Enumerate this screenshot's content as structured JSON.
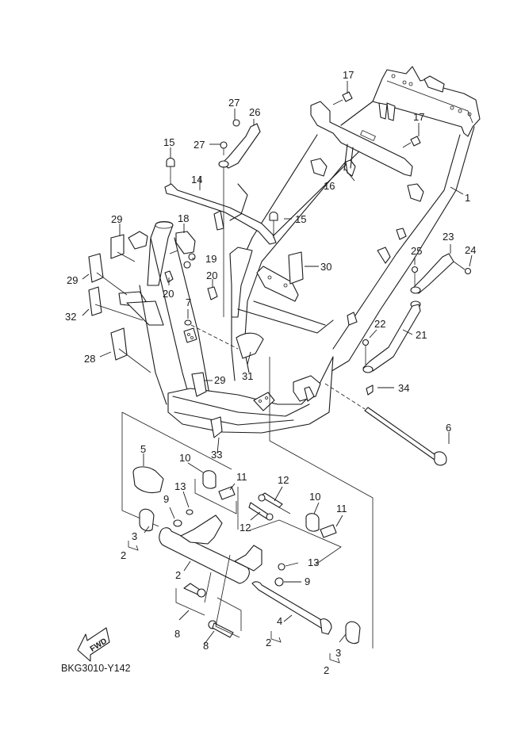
{
  "diagram": {
    "type": "exploded-parts-diagram",
    "subject": "Scooter frame assembly",
    "drawing_code": "BKG3010-Y142",
    "direction_indicator": "FWD",
    "callouts": [
      {
        "id": "c1",
        "label": "1",
        "part": "frame"
      },
      {
        "id": "c2a",
        "label": "2",
        "part": "engine bracket assembly"
      },
      {
        "id": "c2b",
        "label": "2",
        "part": "engine bracket assembly"
      },
      {
        "id": "c2c",
        "label": "2",
        "part": "engine bracket assembly"
      },
      {
        "id": "c2d",
        "label": "2",
        "part": "engine bracket assembly"
      },
      {
        "id": "c3a",
        "label": "3",
        "part": "bush"
      },
      {
        "id": "c3b",
        "label": "3",
        "part": "bush"
      },
      {
        "id": "c4",
        "label": "4",
        "part": "shaft"
      },
      {
        "id": "c5",
        "label": "5",
        "part": "damper"
      },
      {
        "id": "c6",
        "label": "6",
        "part": "bolt"
      },
      {
        "id": "c7",
        "label": "7",
        "part": "washer"
      },
      {
        "id": "c8a",
        "label": "8",
        "part": "bolt"
      },
      {
        "id": "c8b",
        "label": "8",
        "part": "bolt"
      },
      {
        "id": "c9a",
        "label": "9",
        "part": "washer"
      },
      {
        "id": "c9b",
        "label": "9",
        "part": "nut"
      },
      {
        "id": "c10a",
        "label": "10",
        "part": "damper"
      },
      {
        "id": "c10b",
        "label": "10",
        "part": "damper"
      },
      {
        "id": "c11a",
        "label": "11",
        "part": "collar"
      },
      {
        "id": "c11b",
        "label": "11",
        "part": "collar"
      },
      {
        "id": "c12a",
        "label": "12",
        "part": "bolt"
      },
      {
        "id": "c12b",
        "label": "12",
        "part": "bolt"
      },
      {
        "id": "c13a",
        "label": "13",
        "part": "washer"
      },
      {
        "id": "c13b",
        "label": "13",
        "part": "nut"
      },
      {
        "id": "c14",
        "label": "14",
        "part": "stay"
      },
      {
        "id": "c15a",
        "label": "15",
        "part": "bolt"
      },
      {
        "id": "c15b",
        "label": "15",
        "part": "bolt"
      },
      {
        "id": "c16",
        "label": "16",
        "part": "bracket"
      },
      {
        "id": "c17a",
        "label": "17",
        "part": "bolt"
      },
      {
        "id": "c17b",
        "label": "17",
        "part": "bolt"
      },
      {
        "id": "c18",
        "label": "18",
        "part": "bracket"
      },
      {
        "id": "c19",
        "label": "19",
        "part": "nut"
      },
      {
        "id": "c20a",
        "label": "20",
        "part": "clip"
      },
      {
        "id": "c20b",
        "label": "20",
        "part": "clip"
      },
      {
        "id": "c21",
        "label": "21",
        "part": "stay"
      },
      {
        "id": "c22",
        "label": "22",
        "part": "bolt"
      },
      {
        "id": "c23",
        "label": "23",
        "part": "stay"
      },
      {
        "id": "c24",
        "label": "24",
        "part": "bolt"
      },
      {
        "id": "c25",
        "label": "25",
        "part": "bolt"
      },
      {
        "id": "c26",
        "label": "26",
        "part": "stay"
      },
      {
        "id": "c27a",
        "label": "27",
        "part": "bolt"
      },
      {
        "id": "c27b",
        "label": "27",
        "part": "bolt"
      },
      {
        "id": "c28",
        "label": "28",
        "part": "damper"
      },
      {
        "id": "c29a",
        "label": "29",
        "part": "damper"
      },
      {
        "id": "c29b",
        "label": "29",
        "part": "damper"
      },
      {
        "id": "c29c",
        "label": "29",
        "part": "damper"
      },
      {
        "id": "c30",
        "label": "30",
        "part": "damper"
      },
      {
        "id": "c31",
        "label": "31",
        "part": "damper"
      },
      {
        "id": "c32",
        "label": "32",
        "part": "damper"
      },
      {
        "id": "c33",
        "label": "33",
        "part": "damper"
      },
      {
        "id": "c34",
        "label": "34",
        "part": "label"
      }
    ]
  }
}
